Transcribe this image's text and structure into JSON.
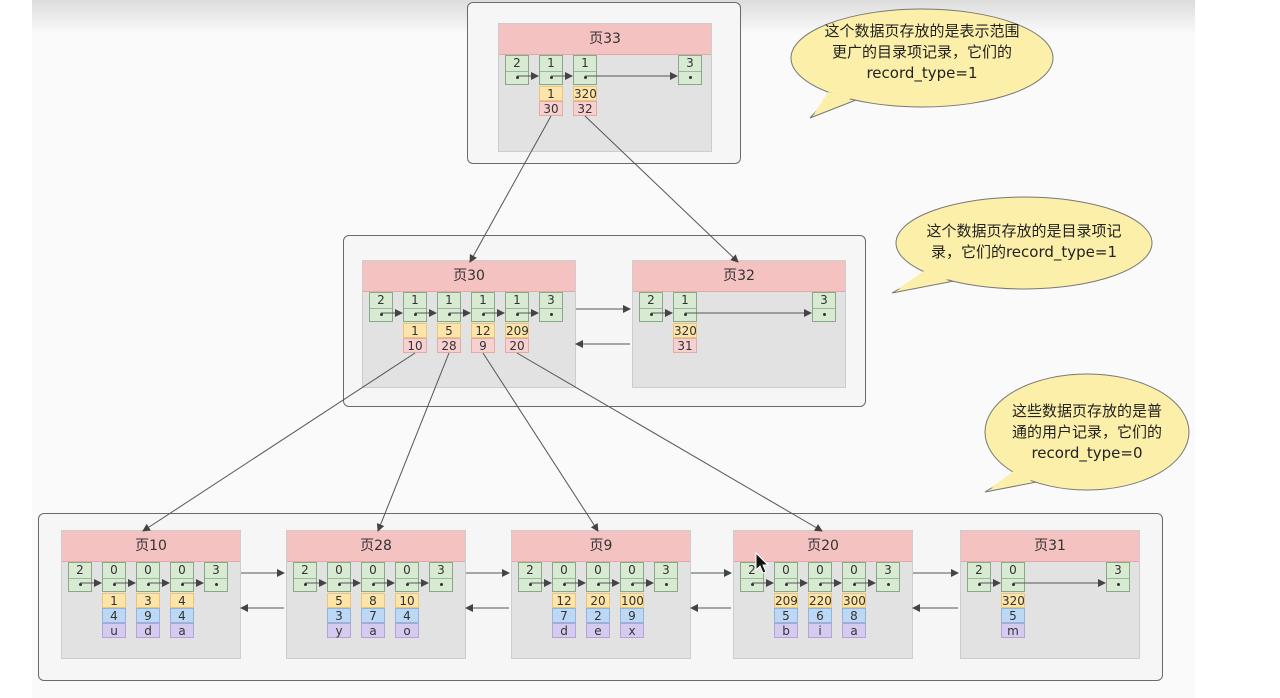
{
  "diagram": {
    "root": {
      "title": "页33",
      "records": [
        {
          "type": "2"
        },
        {
          "type": "1",
          "key": "1",
          "page": "30"
        },
        {
          "type": "1",
          "key": "320",
          "page": "32"
        },
        {
          "type": "3"
        }
      ]
    },
    "mid": [
      {
        "title": "页30",
        "records": [
          {
            "type": "2"
          },
          {
            "type": "1",
            "key": "1",
            "page": "10"
          },
          {
            "type": "1",
            "key": "5",
            "page": "28"
          },
          {
            "type": "1",
            "key": "12",
            "page": "9"
          },
          {
            "type": "1",
            "key": "209",
            "page": "20"
          },
          {
            "type": "3"
          }
        ]
      },
      {
        "title": "页32",
        "records": [
          {
            "type": "2"
          },
          {
            "type": "1",
            "key": "320",
            "page": "31"
          },
          {
            "type": "3"
          }
        ]
      }
    ],
    "leaves": [
      {
        "title": "页10",
        "records": [
          {
            "type": "2"
          },
          {
            "type": "0",
            "c1": "1",
            "c2": "4",
            "c3": "u"
          },
          {
            "type": "0",
            "c1": "3",
            "c2": "9",
            "c3": "d"
          },
          {
            "type": "0",
            "c1": "4",
            "c2": "4",
            "c3": "a"
          },
          {
            "type": "3"
          }
        ]
      },
      {
        "title": "页28",
        "records": [
          {
            "type": "2"
          },
          {
            "type": "0",
            "c1": "5",
            "c2": "3",
            "c3": "y"
          },
          {
            "type": "0",
            "c1": "8",
            "c2": "7",
            "c3": "a"
          },
          {
            "type": "0",
            "c1": "10",
            "c2": "4",
            "c3": "o"
          },
          {
            "type": "3"
          }
        ]
      },
      {
        "title": "页9",
        "records": [
          {
            "type": "2"
          },
          {
            "type": "0",
            "c1": "12",
            "c2": "7",
            "c3": "d"
          },
          {
            "type": "0",
            "c1": "20",
            "c2": "2",
            "c3": "e"
          },
          {
            "type": "0",
            "c1": "100",
            "c2": "9",
            "c3": "x"
          },
          {
            "type": "3"
          }
        ]
      },
      {
        "title": "页20",
        "records": [
          {
            "type": "2"
          },
          {
            "type": "0",
            "c1": "209",
            "c2": "5",
            "c3": "b"
          },
          {
            "type": "0",
            "c1": "220",
            "c2": "6",
            "c3": "i"
          },
          {
            "type": "0",
            "c1": "300",
            "c2": "8",
            "c3": "a"
          },
          {
            "type": "3"
          }
        ]
      },
      {
        "title": "页31",
        "records": [
          {
            "type": "2"
          },
          {
            "type": "0",
            "c1": "320",
            "c2": "5",
            "c3": "m"
          },
          {
            "type": "3"
          }
        ]
      }
    ]
  },
  "callouts": {
    "top": [
      "这个数据页存放的是表示范围",
      "更广的目录项记录，它们的",
      "record_type=1"
    ],
    "mid": [
      "这个数据页存放的是目录项记",
      "录，它们的record_type=1"
    ],
    "bottom": [
      "这些数据页存放的是普",
      "通的用户记录，它们的",
      "record_type=0"
    ]
  },
  "colors": {
    "title_bg": "#f5c2c2",
    "record_bg": "#d9ead3",
    "key_bg": "#fde4a8",
    "pageno_bg": "#f7d0d0",
    "col2_bg": "#bcd8f5",
    "col3_bg": "#d6caee",
    "bubble_bg": "#fbefa9"
  }
}
